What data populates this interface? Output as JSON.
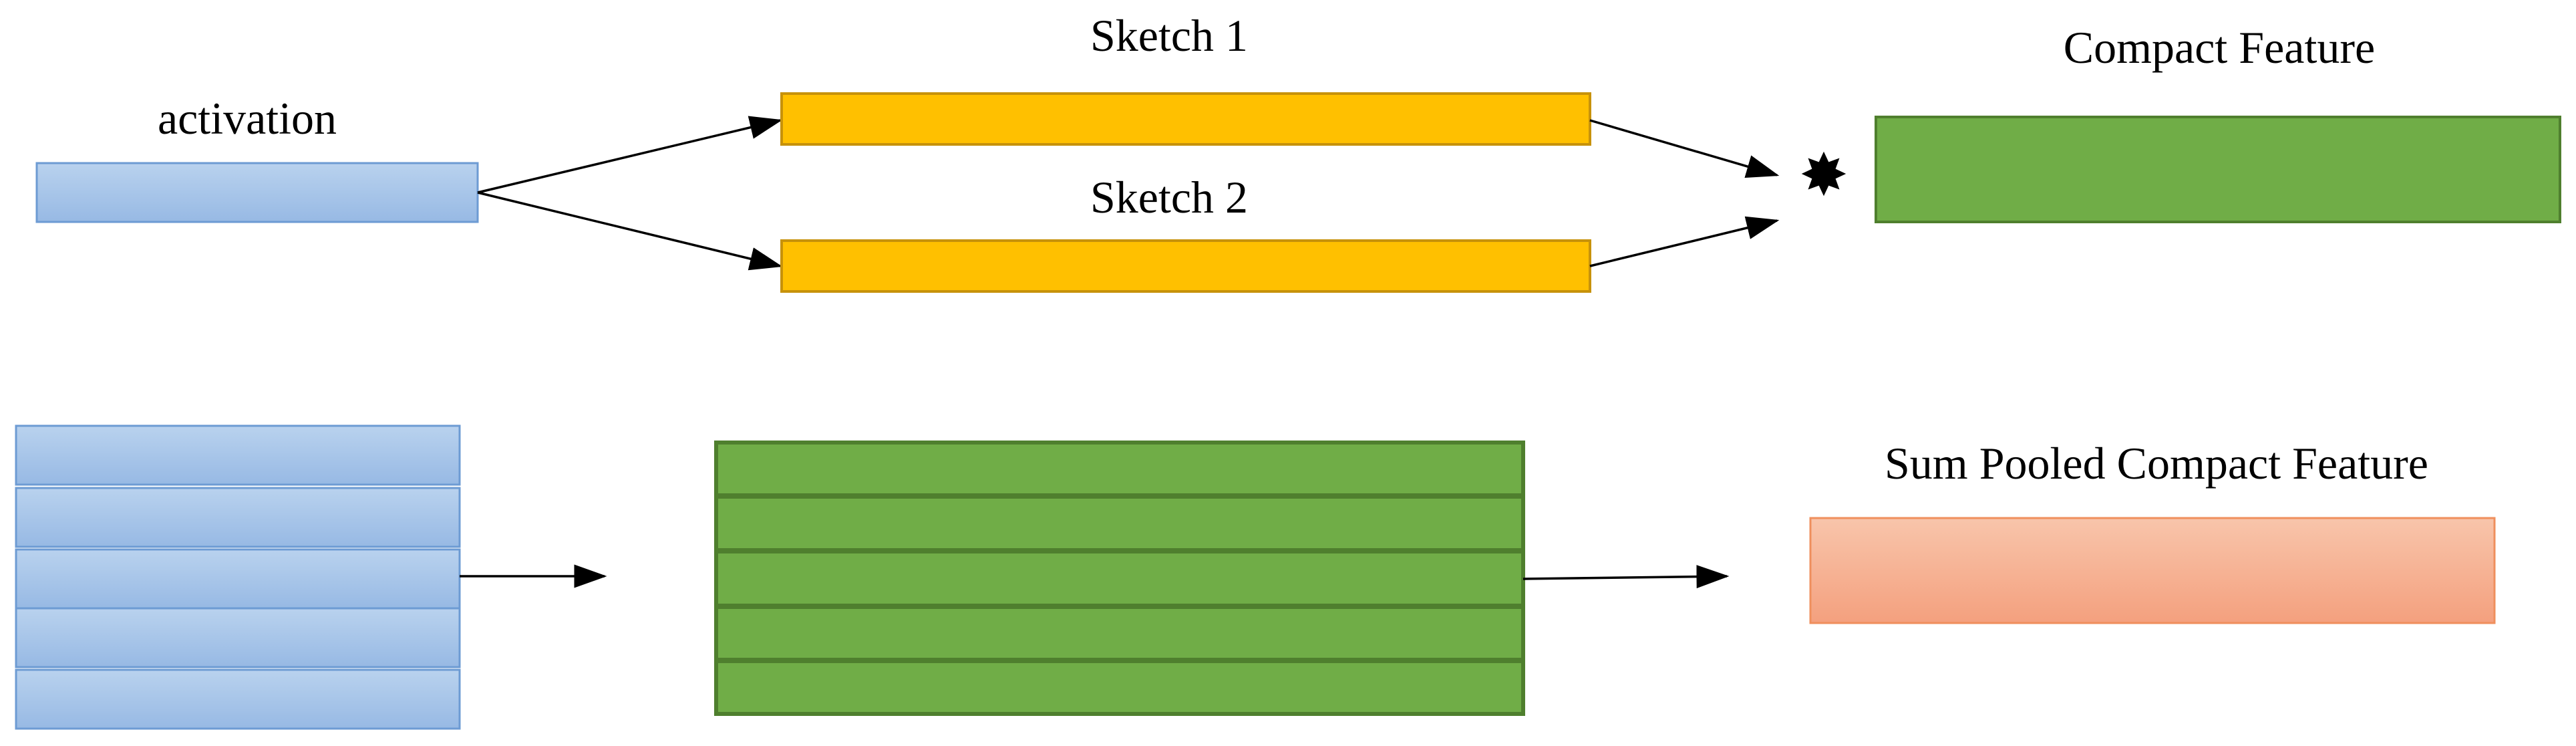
{
  "labels": {
    "activation": "activation",
    "sketch_1": "Sketch 1",
    "sketch_2": "Sketch 2",
    "compact_feature": "Compact Feature",
    "sum_pooled_compact_feature": "Sum Pooled Compact Feature"
  },
  "operator_symbol": "✸",
  "colors": {
    "activation_fill_top": "#b9d2ee",
    "activation_fill_bottom": "#97b9e4",
    "activation_stroke": "#6d9bd3",
    "sketch_fill": "#ffc000",
    "sketch_stroke": "#c7920b",
    "compact_fill": "#70ad47",
    "compact_stroke": "#4f7f2e",
    "pooled_fill_top": "#f8c5ab",
    "pooled_fill_bottom": "#f4a07e",
    "pooled_stroke": "#ef8f5d",
    "arrow": "#000000"
  }
}
